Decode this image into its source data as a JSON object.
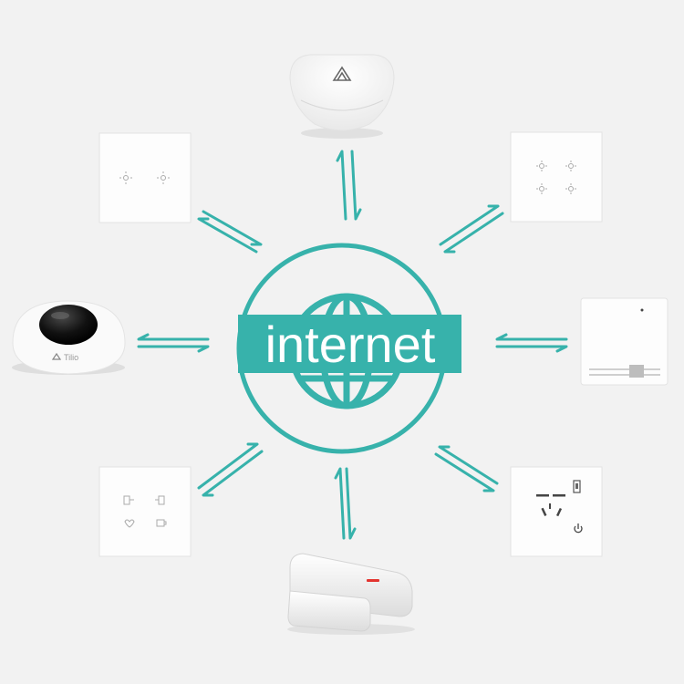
{
  "hub": {
    "label": "internet",
    "color": "#37b2ab"
  },
  "devices": [
    {
      "name": "zigbee-gateway",
      "position": "top"
    },
    {
      "name": "two-gang-light-switch",
      "position": "top-left"
    },
    {
      "name": "four-gang-light-switch",
      "position": "top-right"
    },
    {
      "name": "ir-remote-controller",
      "position": "left",
      "brand": "Tilio"
    },
    {
      "name": "wifi-module-box",
      "position": "right"
    },
    {
      "name": "scene-switch-panel",
      "position": "bottom-left"
    },
    {
      "name": "wall-socket-usb",
      "position": "bottom-right"
    },
    {
      "name": "door-window-sensor",
      "position": "bottom"
    }
  ],
  "colors": {
    "accent": "#37b2ab",
    "background": "#f2f2f2",
    "device_white": "#ffffff"
  }
}
